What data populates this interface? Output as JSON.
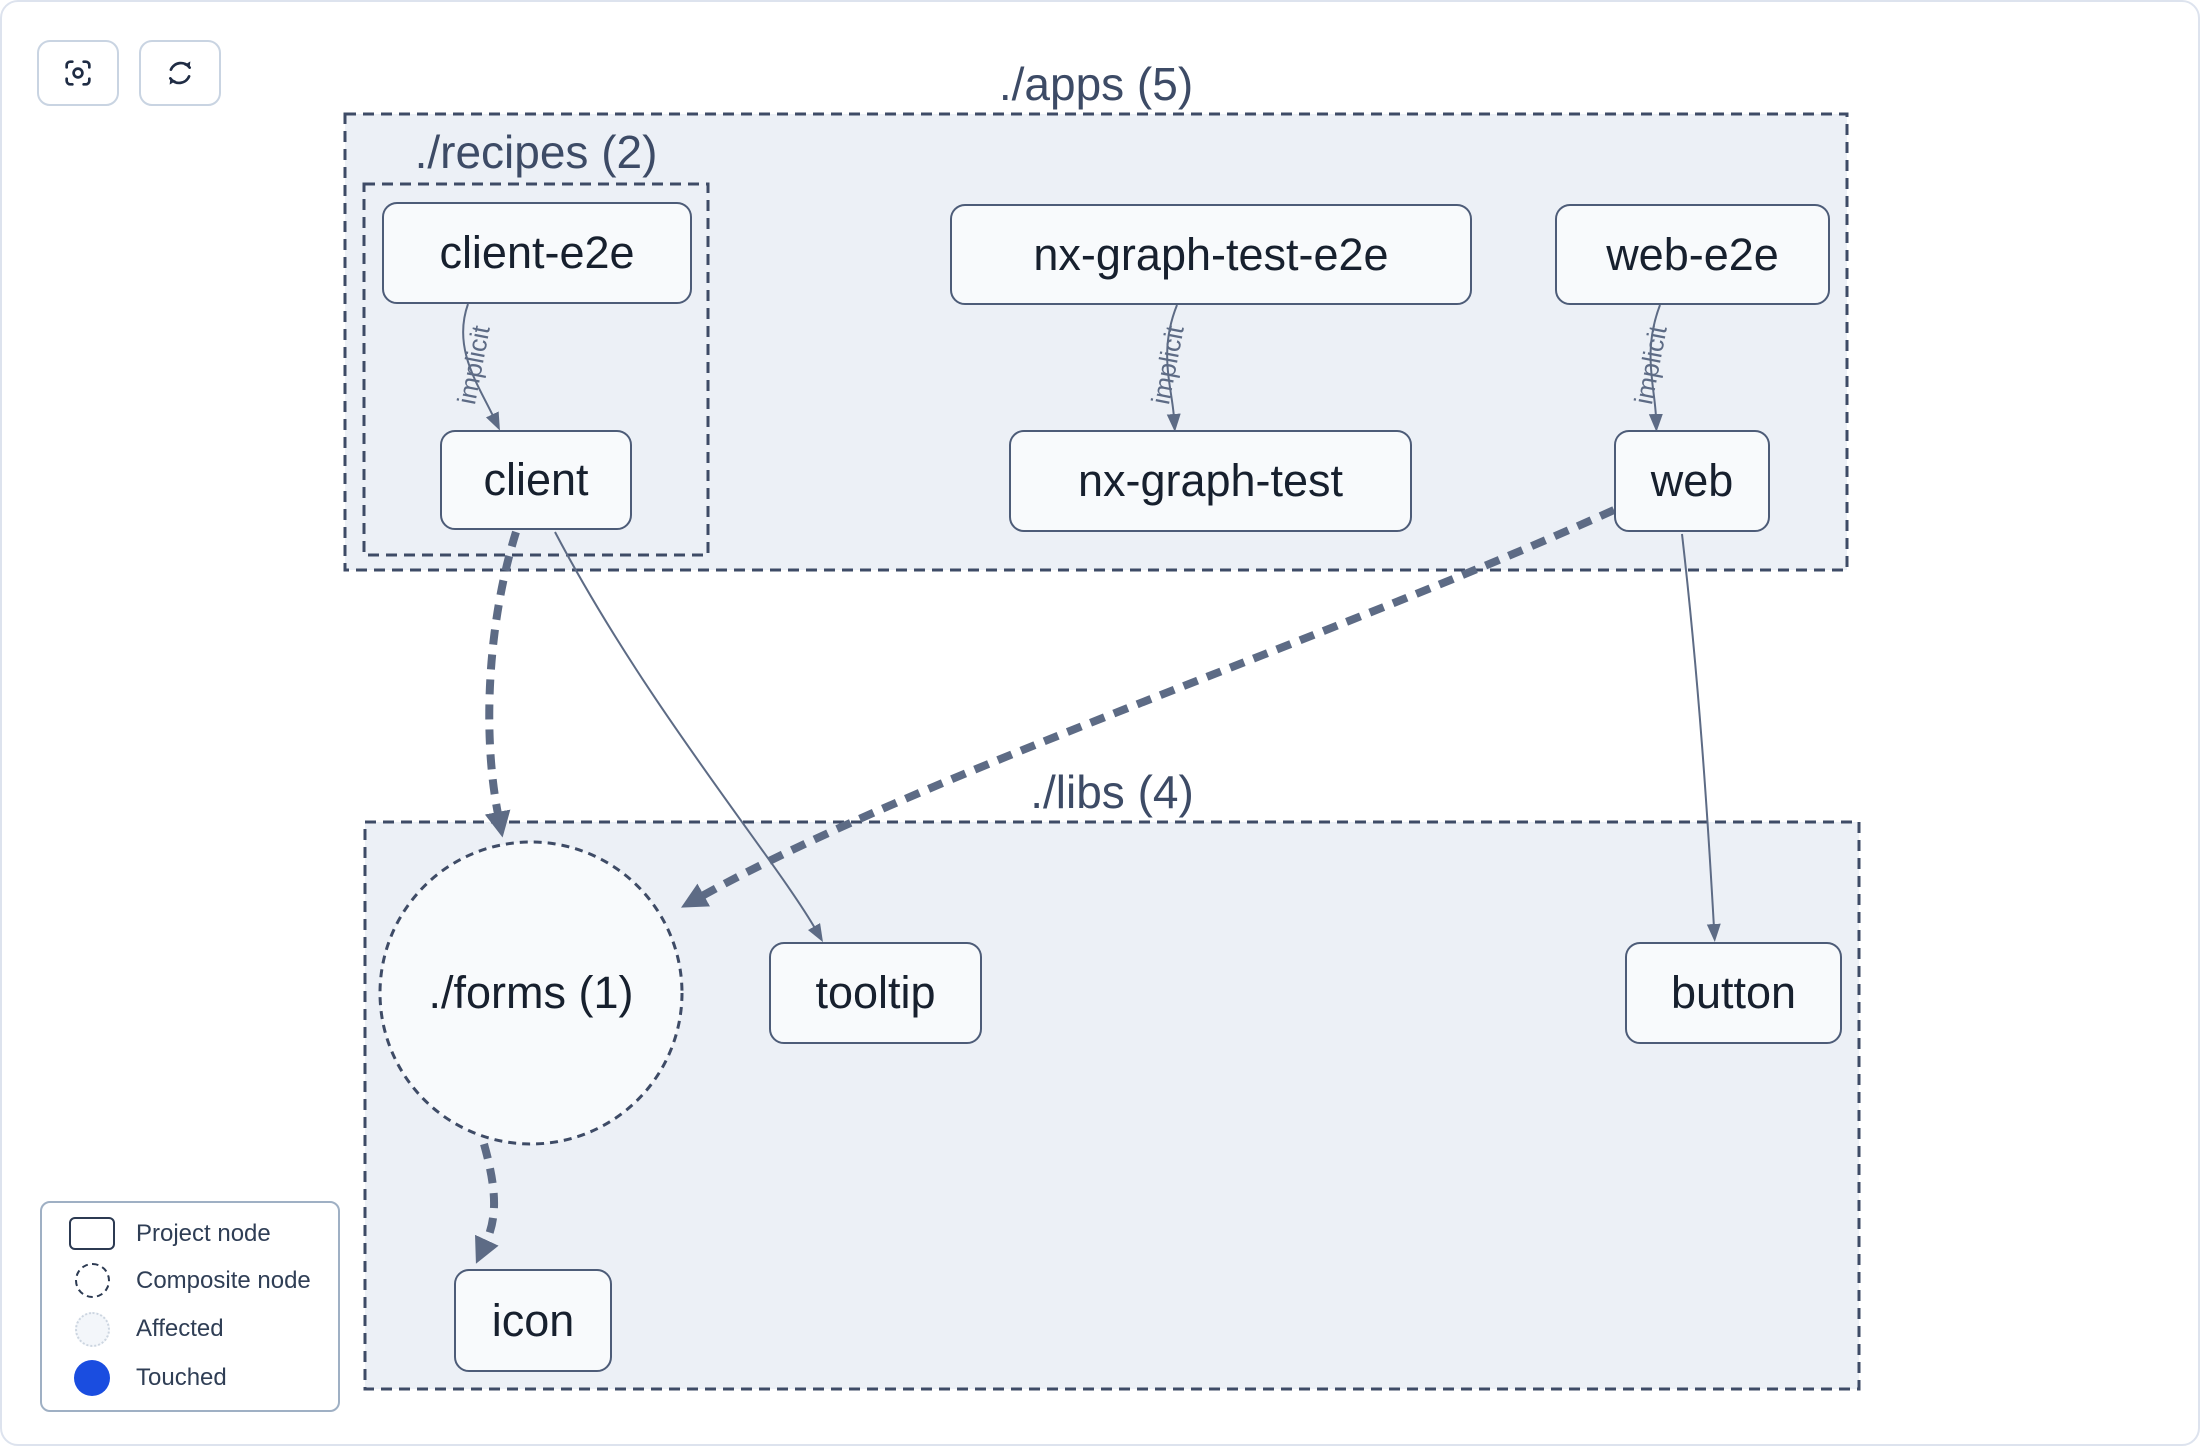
{
  "toolbar": {
    "focus_button": {
      "icon": "scan-focus-icon"
    },
    "refresh_button": {
      "icon": "refresh-icon"
    }
  },
  "groups": {
    "apps": {
      "label": "./apps (5)"
    },
    "recipes": {
      "label": "./recipes (2)"
    },
    "libs": {
      "label": "./libs (4)"
    },
    "forms": {
      "label": "./forms (1)"
    }
  },
  "nodes": [
    {
      "label": "client-e2e"
    },
    {
      "label": "client"
    },
    {
      "label": "nx-graph-test-e2e"
    },
    {
      "label": "nx-graph-test"
    },
    {
      "label": "web-e2e"
    },
    {
      "label": "web"
    },
    {
      "label": "tooltip"
    },
    {
      "label": "button"
    },
    {
      "label": "icon"
    }
  ],
  "edges": [
    {
      "from": "client-e2e",
      "to": "client",
      "label": "implicit",
      "style": "thin-solid-arrow"
    },
    {
      "from": "nx-graph-test-e2e",
      "to": "nx-graph-test",
      "label": "implicit",
      "style": "thin-solid-arrow"
    },
    {
      "from": "web-e2e",
      "to": "web",
      "label": "implicit",
      "style": "thin-solid-arrow"
    },
    {
      "from": "client",
      "to": "./forms (1)",
      "style": "thick-dashed-arrow"
    },
    {
      "from": "client",
      "to": "tooltip",
      "style": "thin-solid-arrow"
    },
    {
      "from": "web",
      "to": "./forms (1)",
      "style": "thick-dashed-arrow"
    },
    {
      "from": "web",
      "to": "button",
      "style": "thin-solid-arrow"
    },
    {
      "from": "./forms (1)",
      "to": "icon",
      "style": "thick-dashed-arrow"
    }
  ],
  "legend": {
    "items": [
      {
        "label": "Project node",
        "swatch": "project-node-rect"
      },
      {
        "label": "Composite node",
        "swatch": "composite-node-circle"
      },
      {
        "label": "Affected",
        "swatch": "affected-circle"
      },
      {
        "label": "Touched",
        "swatch": "touched-circle"
      }
    ]
  },
  "colors": {
    "touched": "#1a4de0",
    "affected_fill": "#f3f6fa",
    "container_fill": "#ecf0f6",
    "node_fill": "#f8fafc",
    "edge": "#5d6b85",
    "dashed_border": "#3e4b66"
  }
}
